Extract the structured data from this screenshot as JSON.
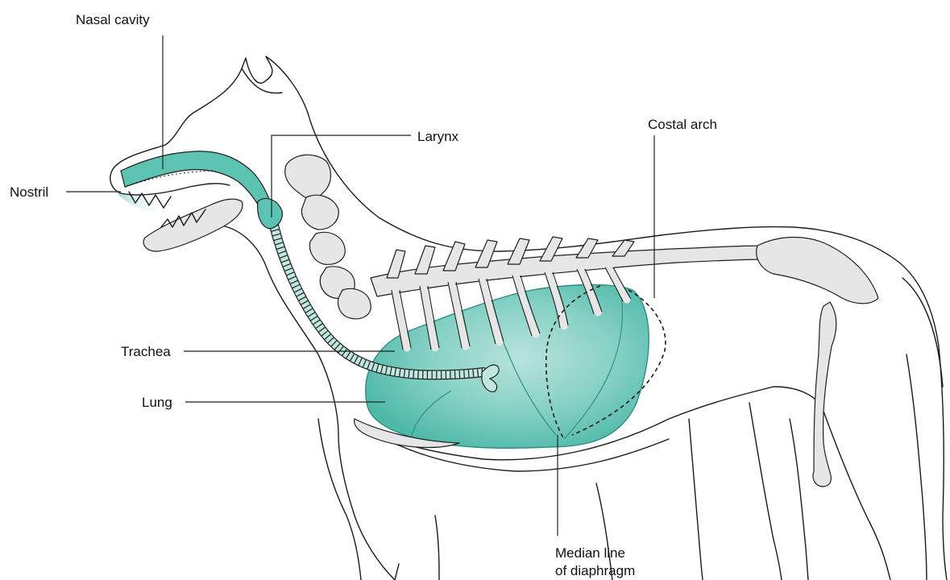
{
  "figure": {
    "labels": {
      "nasal_cavity": "Nasal cavity",
      "nostril": "Nostril",
      "larynx": "Larynx",
      "costal_arch": "Costal arch",
      "trachea": "Trachea",
      "lung": "Lung",
      "median_line_1": "Median line",
      "median_line_2": "of diaphragm"
    },
    "colors": {
      "lung": "#5cc2b2",
      "lung_light": "#b8e3dc",
      "airway": "#5cc2b2",
      "bone": "#e6e6e6",
      "outline": "#1a1a1a"
    }
  }
}
